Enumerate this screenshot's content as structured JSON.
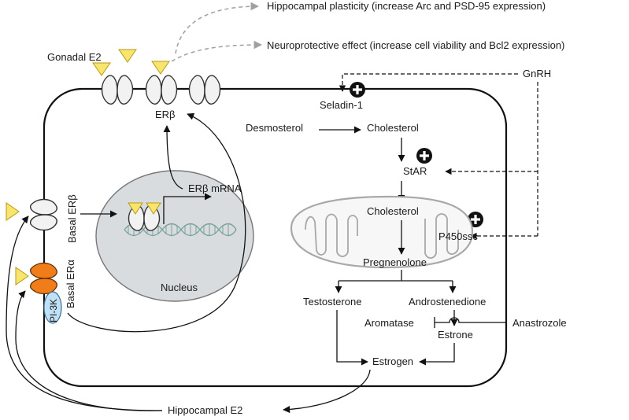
{
  "labels": {
    "hippocampal_plasticity": "Hippocampal plasticity (increase Arc and PSD-95 expression)",
    "neuroprotective": "Neuroprotective effect (increase cell viability and Bcl2 expression)",
    "gonadal_e2": "Gonadal E2",
    "gnrh": "GnRH",
    "seladin": "Seladin-1",
    "er_beta": "ERβ",
    "desmosterol": "Desmosterol",
    "cholesterol_top": "Cholesterol",
    "star": "StAR",
    "er_beta_mrna": "ERβ mRNA",
    "basal_er_beta": "Basal ERβ",
    "basal_er_alpha": "Basal ERα",
    "cholesterol_mito": "Cholesterol",
    "p450scc": "P450ssc",
    "pregnenolone": "Pregnenolone",
    "testosterone": "Testosterone",
    "androstenedione": "Androstenedione",
    "aromatase": "Aromatase",
    "anastrozole": "Anastrozole",
    "estrone": "Estrone",
    "estrogen": "Estrogen",
    "nucleus": "Nucleus",
    "pi3k": "PI-3K",
    "hippocampal_e2": "Hippocampal E2"
  },
  "colors": {
    "ligand": "#f7e66b",
    "ligand_stroke": "#b79a1c",
    "er_alpha": "#f07c1a",
    "pi3k": "#bfe0f5",
    "nucleus_fill": "#d9dcde",
    "dashed_gray": "#a0a0a0",
    "mito_stroke": "#a8a8a8"
  }
}
